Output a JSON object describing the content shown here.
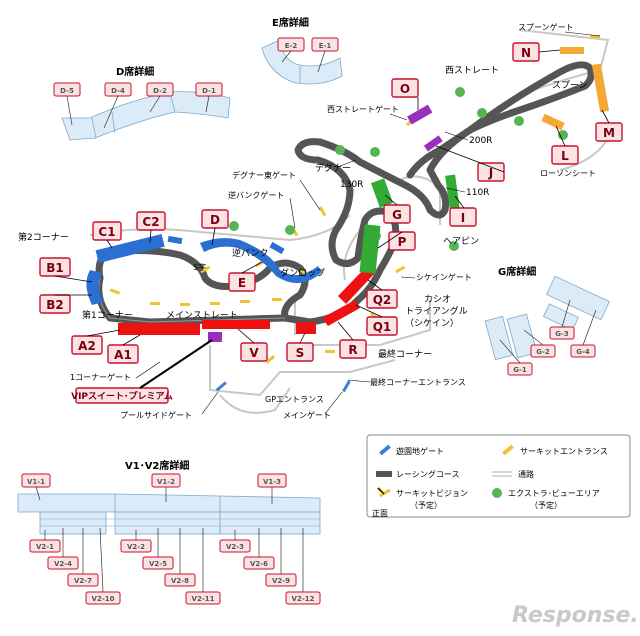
{
  "titles": {
    "e_detail": "E席詳細",
    "d_detail": "D席詳細",
    "g_detail": "G席詳細",
    "v_detail": "V1･V2席詳細"
  },
  "e_seats": [
    "E-2",
    "E-1"
  ],
  "d_seats": [
    "D-5",
    "D-4",
    "D-2",
    "D-1"
  ],
  "g_seats": [
    "G-3",
    "G-2",
    "G-4",
    "G-1"
  ],
  "stands": {
    "A1": "A1",
    "A2": "A2",
    "B1": "B1",
    "B2": "B2",
    "C1": "C1",
    "C2": "C2",
    "D": "D",
    "E": "E",
    "V": "V",
    "S": "S",
    "R": "R",
    "Q1": "Q1",
    "Q2": "Q2",
    "P": "P",
    "G": "G",
    "I": "I",
    "J": "J",
    "O": "O",
    "N": "N",
    "M": "M",
    "L": "L"
  },
  "vip_label": "VIPスイート･プレミアム",
  "track_labels": {
    "spoon_gate": "スプーンゲート",
    "west_straight": "西ストレート",
    "west_straight_gate": "西ストレートゲート",
    "spoon": "スプーン",
    "r200": "200R",
    "lawson": "ローソンシート",
    "degner": "デグナー",
    "degner_east_gate": "デグナー東ゲート",
    "r130": "130R",
    "r110": "110R",
    "hairpin": "ヘアピン",
    "reverse_bank_gate": "逆バンクゲート",
    "corner2": "第2コーナー",
    "s_curve": "S字",
    "reverse_bank": "逆バンク",
    "dunlop": "ダンロップ",
    "chicane_gate": "シケインゲート",
    "casio": "カシオ",
    "triangle": "トライアングル",
    "chicane": "（シケイン）",
    "corner1": "第1コーナー",
    "main_straight": "メインストレート",
    "last_corner": "最終コーナー",
    "corner1_gate": "1コーナーゲート",
    "last_corner_entrance": "最終コーナーエントランス",
    "gp_entrance": "GPエントランス",
    "poolside_gate": "プールサイドゲート",
    "main_gate": "メインゲート"
  },
  "legend": {
    "park_gate": "遊園地ゲート",
    "circuit_entrance": "サーキットエントランス",
    "racing_course": "レーシングコース",
    "road": "通路",
    "circuit_vision": "サーキットビジョン",
    "vision_note": "（予定）",
    "front": "正面",
    "extra_view": "エクストラ･ビューエリア",
    "extra_note": "（予定）"
  },
  "v_top": [
    "V1-1",
    "V1-2",
    "V1-3"
  ],
  "v_bottom": [
    "V2-1",
    "V2-4",
    "V2-7",
    "V2-10",
    "V2-2",
    "V2-5",
    "V2-8",
    "V2-11",
    "V2-3",
    "V2-6",
    "V2-9",
    "V2-12"
  ],
  "watermark": "Response.",
  "colors": {
    "badge_border": "#c8102e",
    "badge_fill": "#fbe3e3",
    "stand_blue": "#2a6fd1",
    "stand_red": "#ee1111",
    "stand_green": "#33aa33",
    "stand_purple": "#9b2fbd",
    "stand_orange": "#f5a833",
    "track": "#666666"
  }
}
